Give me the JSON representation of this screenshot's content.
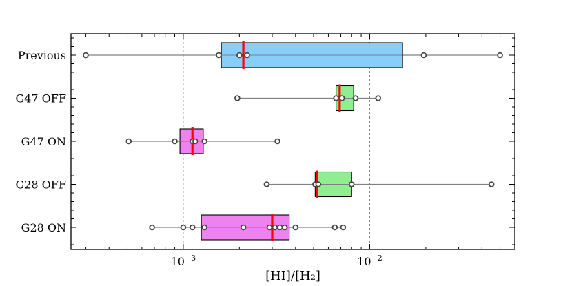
{
  "chart_data": {
    "type": "box",
    "xscale": "log",
    "xlim": [
      0.00025,
      0.06
    ],
    "xlabel": "[HI]/[H₂]",
    "grid_x_at": [
      0.001,
      0.01
    ],
    "x_ticks": [
      {
        "value": 0.001,
        "mantissa": "10",
        "exponent": "−3"
      },
      {
        "value": 0.01,
        "mantissa": "10",
        "exponent": "−2"
      }
    ],
    "categories": [
      "Previous",
      "G47 OFF",
      "G47 ON",
      "G28 OFF",
      "G28 ON"
    ],
    "boxes": [
      {
        "label": "Previous",
        "color": "#87CEFA",
        "q1": 0.0016,
        "median": 0.0021,
        "q3": 0.015,
        "whisker_low": 0.0003,
        "whisker_high": 0.05,
        "points": [
          0.0003,
          0.00155,
          0.002,
          0.0022,
          0.0195,
          0.05
        ]
      },
      {
        "label": "G47 OFF",
        "color": "#90EE90",
        "q1": 0.0066,
        "median": 0.0069,
        "q3": 0.0082,
        "whisker_low": 0.00195,
        "whisker_high": 0.0112,
        "points": [
          0.00195,
          0.0066,
          0.0071,
          0.0084,
          0.0111
        ]
      },
      {
        "label": "G47 ON",
        "color": "#EE82EE",
        "q1": 0.00096,
        "median": 0.00112,
        "q3": 0.00128,
        "whisker_low": 0.00051,
        "whisker_high": 0.0032,
        "points": [
          0.00051,
          0.0009,
          0.00112,
          0.00116,
          0.0013,
          0.0032
        ]
      },
      {
        "label": "G28 OFF",
        "color": "#90EE90",
        "q1": 0.0051,
        "median": 0.0052,
        "q3": 0.008,
        "whisker_low": 0.0028,
        "whisker_high": 0.045,
        "points": [
          0.0028,
          0.0051,
          0.0053,
          0.008,
          0.045
        ]
      },
      {
        "label": "G28 ON",
        "color": "#EE82EE",
        "q1": 0.00125,
        "median": 0.003,
        "q3": 0.0037,
        "whisker_low": 0.00068,
        "whisker_high": 0.0072,
        "points": [
          0.00068,
          0.001,
          0.00112,
          0.0013,
          0.0021,
          0.0029,
          0.0031,
          0.0033,
          0.0035,
          0.004,
          0.0065,
          0.0072
        ]
      }
    ],
    "median_color": "#ff0000",
    "whisker_color": "#808080",
    "grid": true,
    "legend": false
  }
}
